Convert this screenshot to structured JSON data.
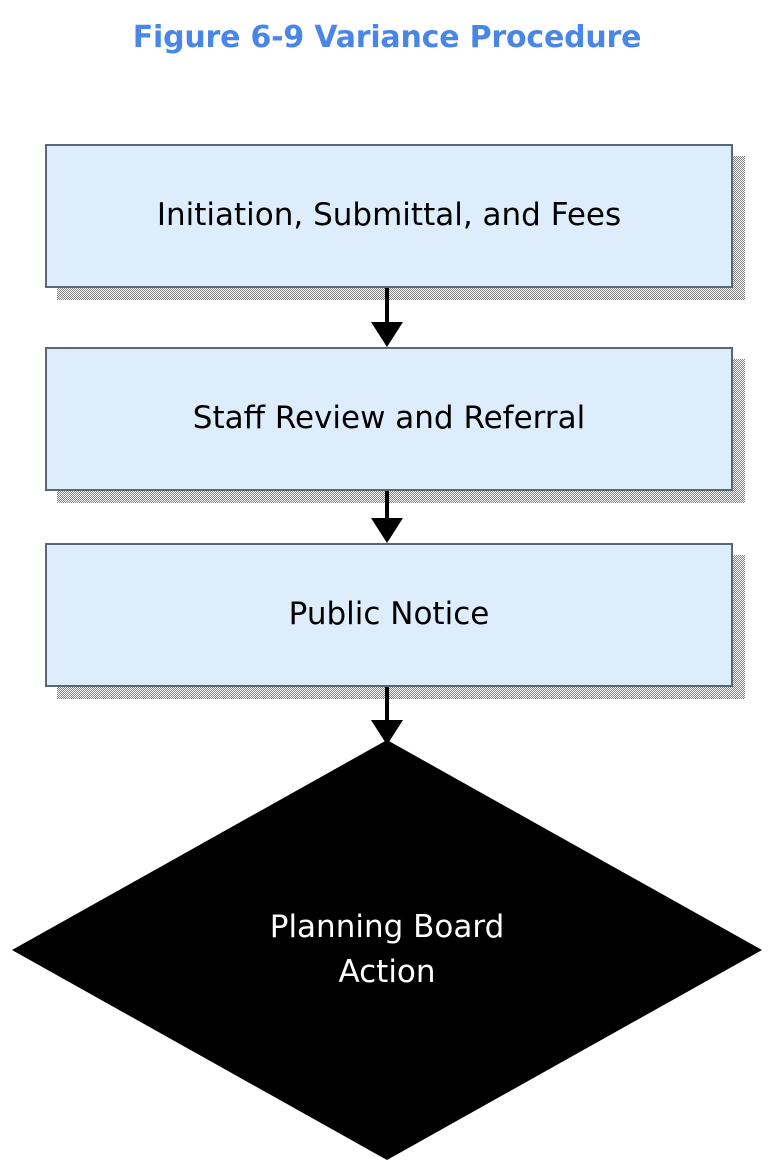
{
  "figure": {
    "title": "Figure 6-9 Variance Procedure",
    "title_color": "#4A86E8",
    "background_color": "#FFFFFF"
  },
  "style": {
    "box_fill": "#DEEDFB",
    "box_border": "#5B6770",
    "box_text_color": "#000000",
    "shadow_color": "#808080",
    "connector_color": "#000000",
    "diamond_fill": "#000000",
    "diamond_text_color": "#FFFFFF"
  },
  "flow": {
    "steps": [
      {
        "id": "step-1",
        "shape": "process",
        "label": "Initiation, Submittal, and Fees"
      },
      {
        "id": "step-2",
        "shape": "process",
        "label": "Staff Review and Referral"
      },
      {
        "id": "step-3",
        "shape": "process",
        "label": "Public Notice"
      },
      {
        "id": "step-4",
        "shape": "decision",
        "label_line1": "Planning Board",
        "label_line2": "Action"
      }
    ],
    "connectors": [
      {
        "id": "connector-1",
        "from": "step-1",
        "to": "step-2",
        "arrow": "down"
      },
      {
        "id": "connector-2",
        "from": "step-2",
        "to": "step-3",
        "arrow": "down"
      },
      {
        "id": "connector-3",
        "from": "step-3",
        "to": "step-4",
        "arrow": "down"
      }
    ]
  }
}
